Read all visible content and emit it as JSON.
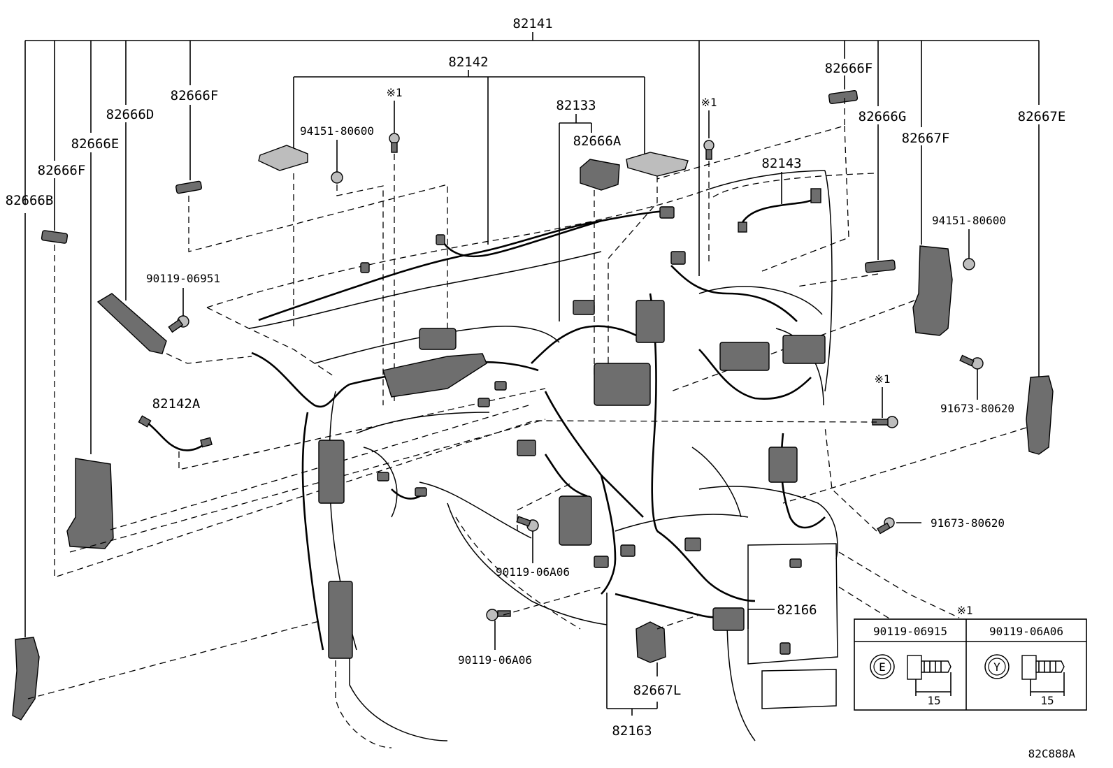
{
  "diagram": {
    "labels": {
      "p82141": "82141",
      "p82142": "82142",
      "p82666F_a": "82666F",
      "p82666F_b": "82666F",
      "p82666F_c": "82666F",
      "p82666D": "82666D",
      "p82666E": "82666E",
      "p82666B": "82666B",
      "p82666G": "82666G",
      "p82667E": "82667E",
      "p82667F": "82667F",
      "p82133": "82133",
      "p82666A": "82666A",
      "p82143": "82143",
      "p94151_a": "94151-80600",
      "p94151_b": "94151-80600",
      "p90119_06951": "90119-06951",
      "p82142A": "82142A",
      "p91673_a": "91673-80620",
      "p91673_b": "91673-80620",
      "p90119_06A06_a": "90119-06A06",
      "p90119_06A06_b": "90119-06A06",
      "p82166": "82166",
      "p82667L": "82667L",
      "p82163": "82163",
      "ref_a": "※1",
      "ref_b": "※1",
      "ref_c": "※1",
      "ref_d": "※1",
      "diagram_code": "82C888A"
    },
    "legend": {
      "col1_part": "90119-06915",
      "col2_part": "90119-06A06",
      "col1_mark": "E",
      "col2_mark": "Y",
      "col1_len": "15",
      "col2_len": "15"
    }
  }
}
